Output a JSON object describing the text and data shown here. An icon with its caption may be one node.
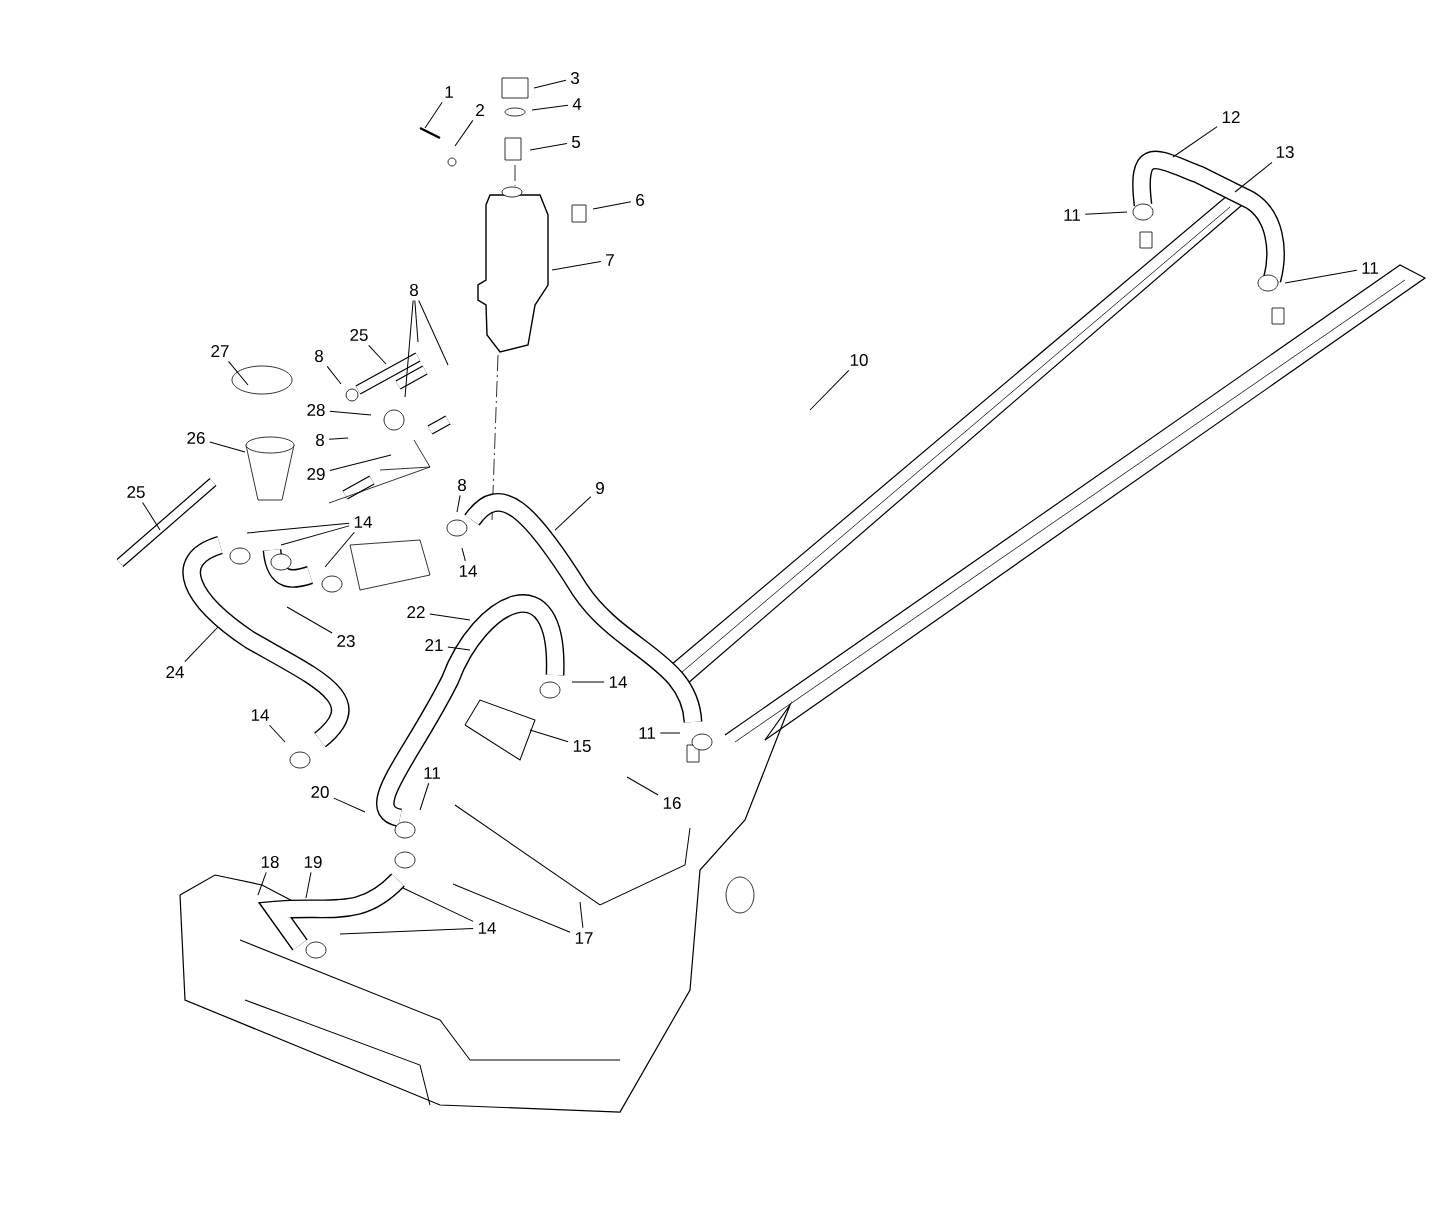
{
  "diagram": {
    "nodes": [
      {
        "text": [
          "3"
        ]
      },
      {
        "text": [
          "1"
        ]
      },
      {
        "text": [
          "4"
        ]
      },
      {
        "text": [
          "2"
        ]
      },
      {
        "text": [
          "12"
        ]
      },
      {
        "text": [
          "5"
        ]
      },
      {
        "text": [
          "13"
        ]
      },
      {
        "text": [
          "6"
        ]
      },
      {
        "text": [
          "11"
        ]
      },
      {
        "text": [
          "7"
        ]
      },
      {
        "text": [
          "11"
        ]
      },
      {
        "text": [
          "8"
        ]
      },
      {
        "text": [
          "25"
        ]
      },
      {
        "text": [
          "27"
        ]
      },
      {
        "text": [
          "8"
        ]
      },
      {
        "text": [
          "10"
        ]
      },
      {
        "text": [
          "28"
        ]
      },
      {
        "text": [
          "26"
        ]
      },
      {
        "text": [
          "8"
        ]
      },
      {
        "text": [
          "29"
        ]
      },
      {
        "text": [
          "8"
        ]
      },
      {
        "text": [
          "9"
        ]
      },
      {
        "text": [
          "25"
        ]
      },
      {
        "text": [
          "14"
        ]
      },
      {
        "text": [
          "14"
        ]
      },
      {
        "text": [
          "22"
        ]
      },
      {
        "text": [
          "23"
        ]
      },
      {
        "text": [
          "21"
        ]
      },
      {
        "text": [
          "24"
        ]
      },
      {
        "text": [
          "14"
        ]
      },
      {
        "text": [
          "14"
        ]
      },
      {
        "text": [
          "11"
        ]
      },
      {
        "text": [
          "15"
        ]
      },
      {
        "text": [
          "11"
        ]
      },
      {
        "text": [
          "20"
        ]
      },
      {
        "text": [
          "16"
        ]
      },
      {
        "text": [
          "18"
        ]
      },
      {
        "text": [
          "19"
        ]
      },
      {
        "text": [
          "14"
        ]
      },
      {
        "text": [
          "17"
        ]
      }
    ],
    "edges": [
      {
        "from": 0,
        "to": null,
        "arrow": "none"
      },
      {
        "from": 1,
        "to": null,
        "arrow": "none"
      },
      {
        "from": 2,
        "to": null,
        "arrow": "none"
      },
      {
        "from": 3,
        "to": null,
        "arrow": "none"
      },
      {
        "from": 4,
        "to": null,
        "arrow": "none"
      },
      {
        "from": 5,
        "to": null,
        "arrow": "none"
      },
      {
        "from": 6,
        "to": null,
        "arrow": "none"
      },
      {
        "from": 7,
        "to": null,
        "arrow": "none"
      },
      {
        "from": 8,
        "to": null,
        "arrow": "none"
      },
      {
        "from": 9,
        "to": null,
        "arrow": "none"
      },
      {
        "from": 10,
        "to": null,
        "arrow": "none"
      },
      {
        "from": 11,
        "to": null,
        "arrow": "none"
      },
      {
        "from": 11,
        "to": null,
        "arrow": "none"
      },
      {
        "from": 11,
        "to": null,
        "arrow": "none"
      },
      {
        "from": 12,
        "to": null,
        "arrow": "none"
      },
      {
        "from": 13,
        "to": null,
        "arrow": "none"
      },
      {
        "from": 14,
        "to": null,
        "arrow": "none"
      },
      {
        "from": 15,
        "to": null,
        "arrow": "none"
      },
      {
        "from": 16,
        "to": null,
        "arrow": "none"
      },
      {
        "from": 17,
        "to": null,
        "arrow": "none"
      },
      {
        "from": 18,
        "to": null,
        "arrow": "none"
      },
      {
        "from": 19,
        "to": null,
        "arrow": "none"
      },
      {
        "from": 20,
        "to": null,
        "arrow": "none"
      },
      {
        "from": 21,
        "to": null,
        "arrow": "none"
      },
      {
        "from": 22,
        "to": null,
        "arrow": "none"
      },
      {
        "from": 23,
        "to": null,
        "arrow": "none"
      },
      {
        "from": 23,
        "to": null,
        "arrow": "none"
      },
      {
        "from": 23,
        "to": null,
        "arrow": "none"
      },
      {
        "from": 24,
        "to": null,
        "arrow": "none"
      },
      {
        "from": 25,
        "to": null,
        "arrow": "none"
      },
      {
        "from": 26,
        "to": null,
        "arrow": "none"
      },
      {
        "from": 27,
        "to": null,
        "arrow": "none"
      },
      {
        "from": 28,
        "to": null,
        "arrow": "none"
      },
      {
        "from": 29,
        "to": null,
        "arrow": "none"
      },
      {
        "from": 30,
        "to": null,
        "arrow": "none"
      },
      {
        "from": 31,
        "to": null,
        "arrow": "none"
      },
      {
        "from": 32,
        "to": null,
        "arrow": "none"
      },
      {
        "from": 33,
        "to": null,
        "arrow": "none"
      },
      {
        "from": 34,
        "to": null,
        "arrow": "none"
      },
      {
        "from": 35,
        "to": null,
        "arrow": "none"
      },
      {
        "from": 36,
        "to": null,
        "arrow": "none"
      },
      {
        "from": 37,
        "to": null,
        "arrow": "none"
      },
      {
        "from": 38,
        "to": null,
        "arrow": "none"
      },
      {
        "from": 38,
        "to": null,
        "arrow": "none"
      },
      {
        "from": 39,
        "to": null,
        "arrow": "none"
      },
      {
        "from": 39,
        "to": null,
        "arrow": "none"
      }
    ]
  }
}
